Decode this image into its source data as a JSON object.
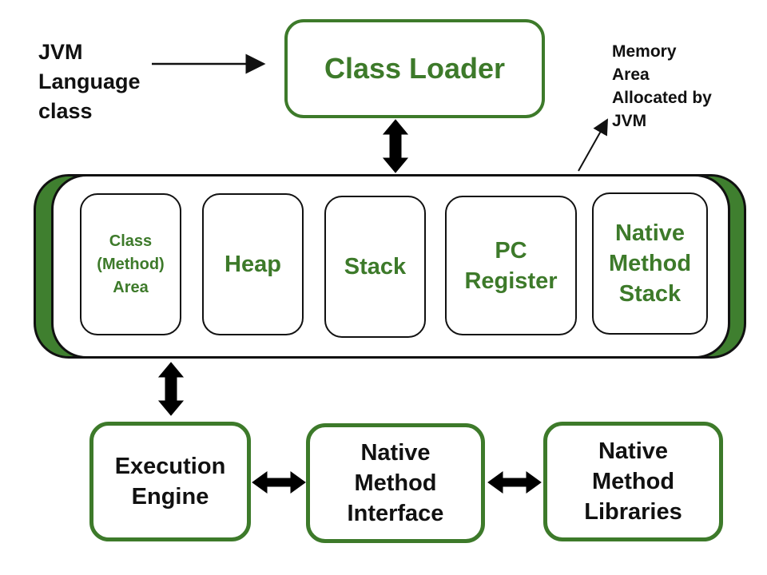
{
  "class_loader": {
    "label": "Class Loader"
  },
  "jvm_language_label": {
    "lines": [
      "JVM",
      "Language",
      "class"
    ]
  },
  "memory_label": {
    "lines": [
      "Memory",
      "Area",
      "Allocated by",
      "JVM"
    ]
  },
  "memory_area": {
    "boxes": [
      {
        "label_lines": [
          "Class",
          "(Method)",
          "Area"
        ]
      },
      {
        "label_lines": [
          "Heap"
        ]
      },
      {
        "label_lines": [
          "Stack"
        ]
      },
      {
        "label_lines": [
          "PC",
          "Register"
        ]
      },
      {
        "label_lines": [
          "Native",
          "Method",
          "Stack"
        ]
      }
    ]
  },
  "bottom": {
    "execution_engine": {
      "label_lines": [
        "Execution",
        "Engine"
      ]
    },
    "native_interface": {
      "label_lines": [
        "Native",
        "Method",
        "Interface"
      ]
    },
    "native_libraries": {
      "label_lines": [
        "Native",
        "Method",
        "Libraries"
      ]
    }
  },
  "colors": {
    "green": "#3d7a2a",
    "black": "#111111",
    "white": "#ffffff"
  }
}
